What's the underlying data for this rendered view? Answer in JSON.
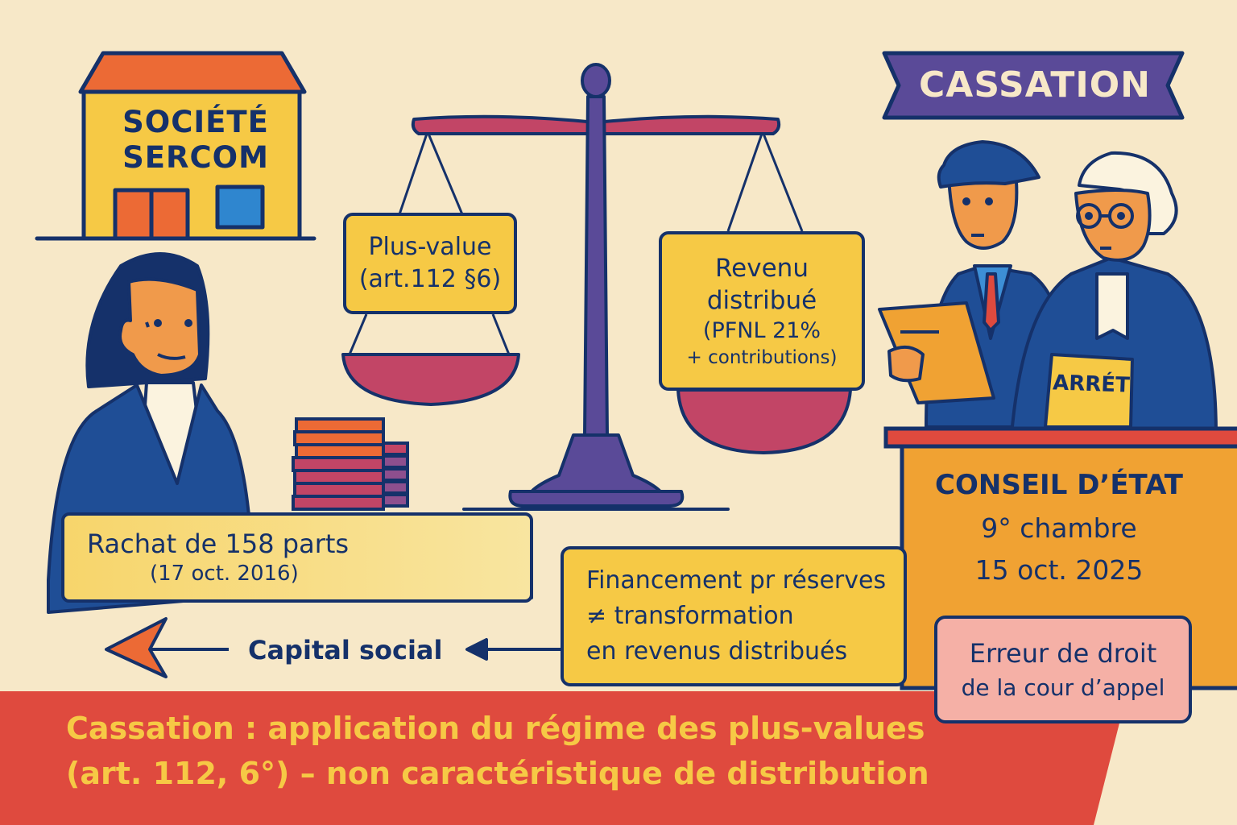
{
  "building": {
    "title_line1": "SOCIÉTÉ",
    "title_line2": "SERCOM"
  },
  "scale": {
    "left_pan": {
      "line1": "Plus-value",
      "line2": "(art.112 §6)"
    },
    "right_pan": {
      "line1": "Revenu",
      "line2": "distribué",
      "line3": "(PFNL 21%",
      "line4": "+ contributions)"
    }
  },
  "banner": {
    "label": "CASSATION"
  },
  "document": {
    "label": "ARRÉT"
  },
  "rachat": {
    "line1": "Rachat de 158 parts",
    "line2": "(17 oct. 2016)"
  },
  "capital": {
    "label": "Capital social"
  },
  "financement": {
    "line1": "Financement pr réserves",
    "line2": "≠ transformation",
    "line3": "en revenus distribués"
  },
  "court": {
    "title": "CONSEIL D’ÉTAT",
    "chamber": "9° chambre",
    "date": "15 oct. 2025"
  },
  "erreur": {
    "line1": "Erreur de droit",
    "line2": "de la cour d’appel"
  },
  "footer": {
    "line1": "Cassation : application du régime des plus-values",
    "line2": "(art. 112, 6°) – non caractéristique de distribution"
  },
  "colors": {
    "background": "#f7e8c8",
    "navy": "#15316a",
    "yellow": "#f6c945",
    "orange": "#f0a233",
    "red": "#df4a3e",
    "purple": "#5a4a98",
    "crimson": "#c24566",
    "blue": "#1f4e96",
    "pink": "#f5b0a6"
  }
}
